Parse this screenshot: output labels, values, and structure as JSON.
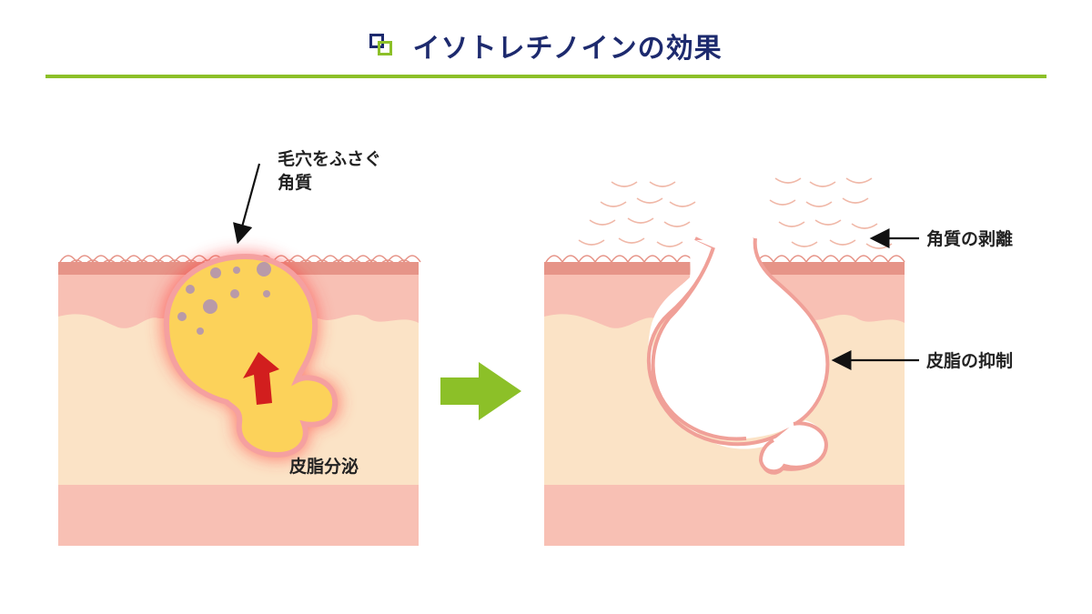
{
  "header": {
    "title": "イソトレチノインの効果"
  },
  "left_panel": {
    "label_keratin_line1": "毛穴をふさぐ",
    "label_keratin_line2": "角質",
    "label_sebum": "皮脂分泌"
  },
  "right_panel": {
    "label_peeling": "角質の剥離",
    "label_suppression": "皮脂の抑制"
  },
  "colors": {
    "title": "#1d2a6e",
    "rule": "#8cc028",
    "arrow": "#8cc028",
    "skin_top": "#e69488",
    "skin_pink": "#f8c0b4",
    "skin_cream": "#fbe3c6",
    "sebum": "#fcd25a",
    "sebum_glow": "#ff4e4e",
    "red_arrow": "#d21e1e"
  }
}
